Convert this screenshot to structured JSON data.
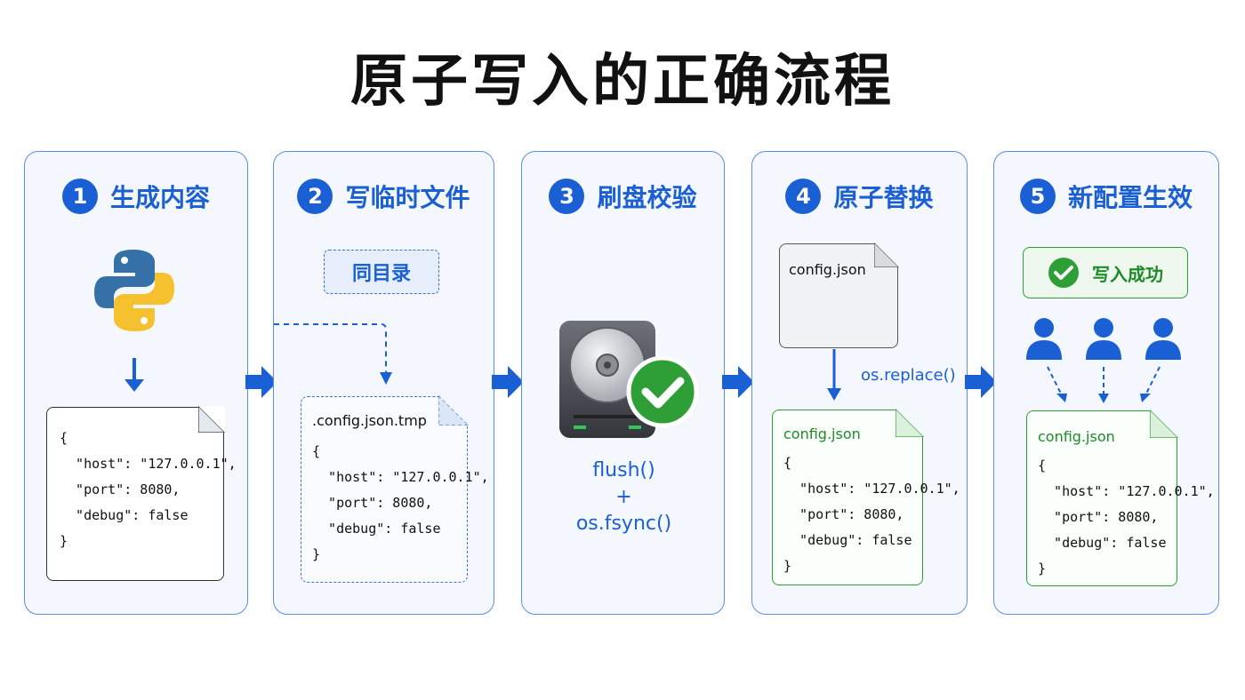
{
  "title": "原子写入的正确流程",
  "steps": [
    {
      "num": "1",
      "label": "生成内容"
    },
    {
      "num": "2",
      "label": "写临时文件"
    },
    {
      "num": "3",
      "label": "刷盘校验"
    },
    {
      "num": "4",
      "label": "原子替换"
    },
    {
      "num": "5",
      "label": "新配置生效"
    }
  ],
  "code": {
    "open": "{",
    "host": "  \"host\": \"127.0.0.1\",",
    "port": "  \"port\": 8080,",
    "debug": "  \"debug\": false",
    "close": "}"
  },
  "step2": {
    "badge": "同目录",
    "filename": ".config.json.tmp"
  },
  "step3": {
    "flush": "flush()",
    "plus": "+",
    "fsync": "os.fsync()"
  },
  "step4": {
    "old_filename": "config.json",
    "replace": "os.replace()",
    "new_filename": "config.json"
  },
  "step5": {
    "success": "写入成功",
    "filename": "config.json"
  },
  "colors": {
    "accent": "#1a5fd4",
    "success": "#2e9e37",
    "panel_border": "#5b8ee6"
  }
}
